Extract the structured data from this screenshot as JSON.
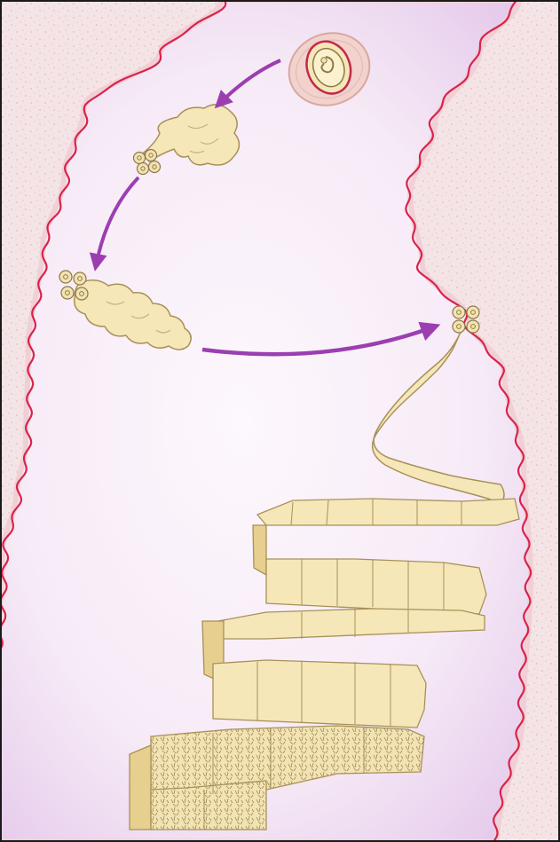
{
  "figure": {
    "labels": [],
    "colors": {
      "frame": "#1a1a1a",
      "tissue": "#f4e4e6",
      "tissue_speckle": "#e7b9c4",
      "lumen": "#f7eef7",
      "lumen_glow": "#e3c6ea",
      "villi": "#d8244a",
      "mucosa_edge": "#f0cfd6",
      "arrow": "#9b3fb0",
      "worm_fill": "#f6e7b8",
      "worm_stroke": "#a8915a",
      "worm_shade": "#e6cf8f",
      "gravid_texture": "#9a8a58",
      "cyst_wall": "#e6b9b4",
      "cyst_ring": "#c22a4a"
    },
    "stages": [
      {
        "name": "cysticercus"
      },
      {
        "name": "evaginating-scolex"
      },
      {
        "name": "attaching-scolex"
      },
      {
        "name": "attached-scolex"
      },
      {
        "name": "adult-strobila"
      }
    ]
  }
}
